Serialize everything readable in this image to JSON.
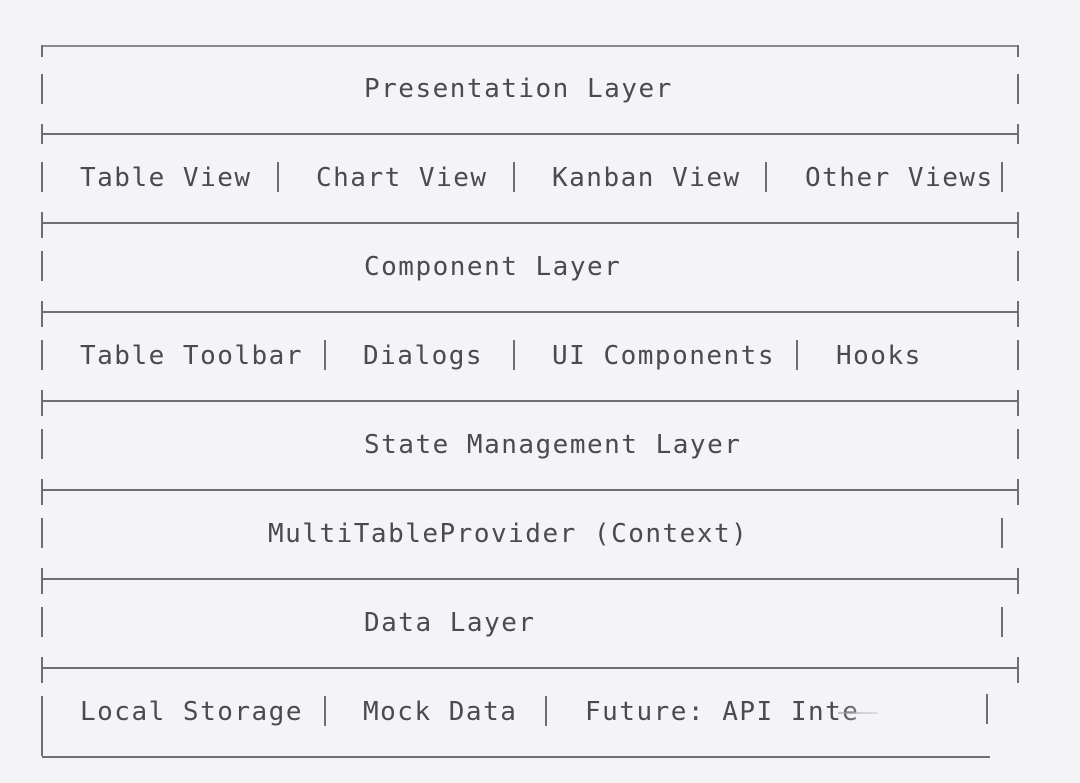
{
  "layers": {
    "presentation": {
      "title": "Presentation Layer",
      "items": [
        "Table View",
        "Chart View",
        "Kanban View",
        "Other Views"
      ]
    },
    "component": {
      "title": "Component Layer",
      "items": [
        "Table Toolbar",
        "Dialogs",
        "UI Components",
        "Hooks"
      ]
    },
    "state": {
      "title": "State Management Layer",
      "items": [
        "MultiTableProvider (Context)"
      ]
    },
    "data": {
      "title": "Data Layer",
      "items": [
        "Local Storage",
        "Mock Data",
        "Future: API Inte"
      ]
    }
  }
}
